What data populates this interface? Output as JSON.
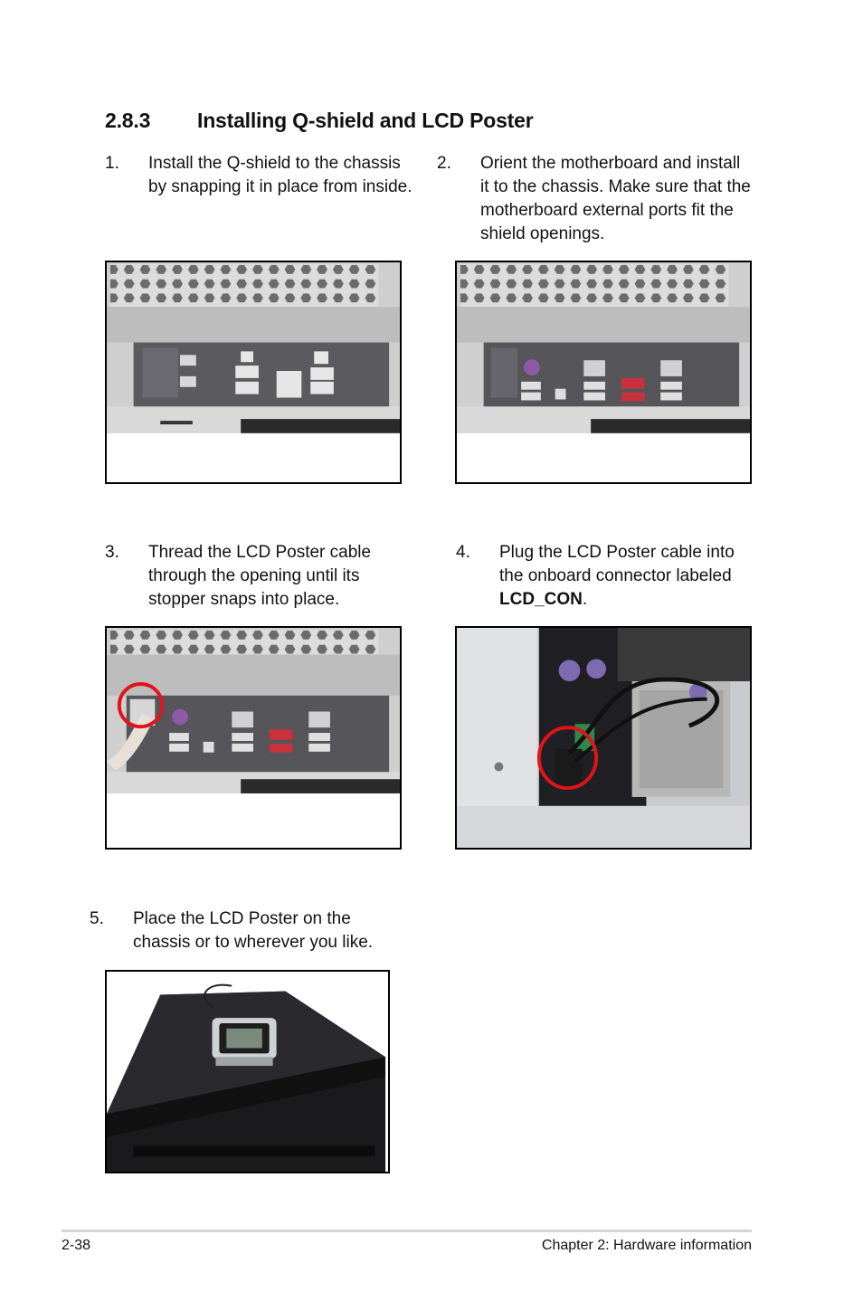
{
  "section": {
    "number": "2.8.3",
    "title": "Installing Q-shield and LCD Poster"
  },
  "steps": [
    {
      "num": "1.",
      "lines": [
        "Install the Q-shield to the chassis",
        "by snapping it in place from inside."
      ]
    },
    {
      "num": "2.",
      "lines": [
        "Orient the motherboard and install",
        "it to the chassis. Make sure that the",
        "motherboard external ports fit the",
        "shield openings."
      ]
    },
    {
      "num": "3.",
      "lines": [
        "Thread the LCD Poster cable",
        "through the opening until its",
        "stopper snaps into place."
      ]
    },
    {
      "num": "4.",
      "lines": [
        "Plug the LCD Poster cable into",
        "the onboard connector labeled"
      ],
      "bold": "LCD_CON",
      "tail": "."
    },
    {
      "num": "5.",
      "lines": [
        "Place the LCD Poster on the",
        "chassis or to wherever you like."
      ]
    }
  ],
  "footer": {
    "page": "2-38",
    "chapter": "Chapter 2: Hardware information"
  },
  "colors": {
    "highlight_circle": "#e0141b",
    "port_red": "#c8323c",
    "port_purple": "#8e5aa8"
  }
}
